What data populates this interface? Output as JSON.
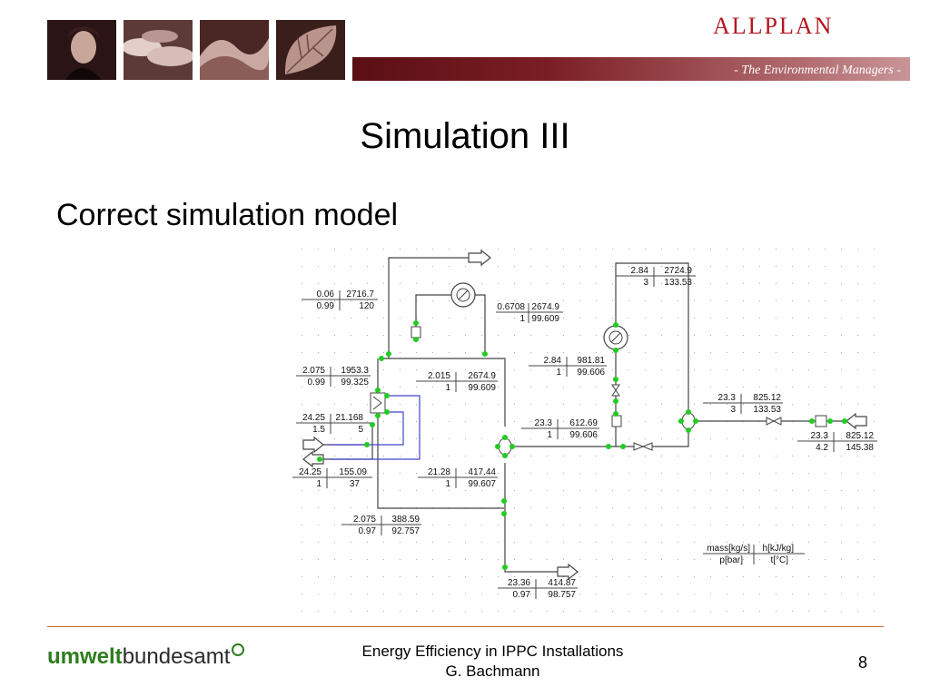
{
  "header": {
    "brand": "ALLPLAN",
    "tagline": "- The Environmental Managers -",
    "photos": [
      "portrait",
      "clouds",
      "waves",
      "leaf"
    ]
  },
  "slide": {
    "title": "Simulation III",
    "subtitle": "Correct simulation model"
  },
  "diagram": {
    "boxes": [
      {
        "a": "0.06",
        "b": "2716.7",
        "c": "0.99",
        "d": "120"
      },
      {
        "a": "0.6708",
        "b": "2674.9",
        "c": "1",
        "d": "99.609"
      },
      {
        "a": "2.84",
        "b": "2724.9",
        "c": "3",
        "d": "133.53"
      },
      {
        "a": "2.075",
        "b": "1953.3",
        "c": "0.99",
        "d": "99.325"
      },
      {
        "a": "2.015",
        "b": "2674.9",
        "c": "1",
        "d": "99.609"
      },
      {
        "a": "2.84",
        "b": "981.81",
        "c": "1",
        "d": "99.606"
      },
      {
        "a": "24.25",
        "b": "21.168",
        "c": "1.5",
        "d": "5"
      },
      {
        "a": "23.3",
        "b": "612.69",
        "c": "1",
        "d": "99.606"
      },
      {
        "a": "23.3",
        "b": "825.12",
        "c": "3",
        "d": "133.53"
      },
      {
        "a": "23.3",
        "b": "825.12",
        "c": "4.2",
        "d": "145.38"
      },
      {
        "a": "24.25",
        "b": "155.09",
        "c": "1",
        "d": "37"
      },
      {
        "a": "21.28",
        "b": "417.44",
        "c": "1",
        "d": "99.607"
      },
      {
        "a": "2.075",
        "b": "388.59",
        "c": "0.97",
        "d": "92.757"
      },
      {
        "a": "23.36",
        "b": "414.87",
        "c": "0.97",
        "d": "98.757"
      }
    ],
    "legend": {
      "a": "mass[kg/s]",
      "b": "h[kJ/kg]",
      "c": "p[bar]",
      "d": "t[°C]"
    }
  },
  "footer": {
    "logo_bold": "umwelt",
    "logo_rest": "bundesamt",
    "line1": "Energy Efficiency in IPPC Installations",
    "line2": "G. Bachmann",
    "page": "8"
  },
  "colors": {
    "brand": "#b3181f",
    "banner": "#7a1e24",
    "rule": "#c26a2a",
    "node": "#22cc22",
    "loop": "#4444cc"
  }
}
